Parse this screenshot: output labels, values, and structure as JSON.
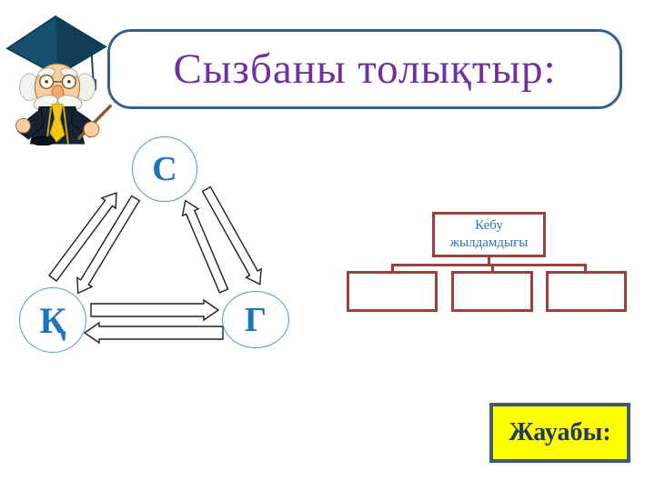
{
  "slide": {
    "background": "#ffffff"
  },
  "title": {
    "text": "Сызбаны толықтыр:",
    "text_color": "#7030a0",
    "border_color": "#35618c"
  },
  "mascot": {
    "description": "cartoon professor with graduation cap and pointer"
  },
  "cycle_diagram": {
    "nodes": [
      {
        "label": "С"
      },
      {
        "label": "Қ"
      },
      {
        "label": "Г"
      }
    ],
    "label_color": "#1e73be",
    "circle_border_color": "#4f9bcb",
    "arrow_pairs": [
      {
        "between": [
          "Қ",
          "С"
        ]
      },
      {
        "between": [
          "С",
          "Г"
        ]
      },
      {
        "between": [
          "Қ",
          "Г"
        ]
      }
    ]
  },
  "flowchart": {
    "root_label": "Кебу жылдамдығы",
    "root_text_color": "#2e74b5",
    "border_color": "#9e3f3c",
    "children": [
      "",
      "",
      ""
    ]
  },
  "answer_button": {
    "label": "Жауабы:",
    "background": "#ffff00",
    "text_color": "#1f3864",
    "border_color": "#3f5d71"
  }
}
